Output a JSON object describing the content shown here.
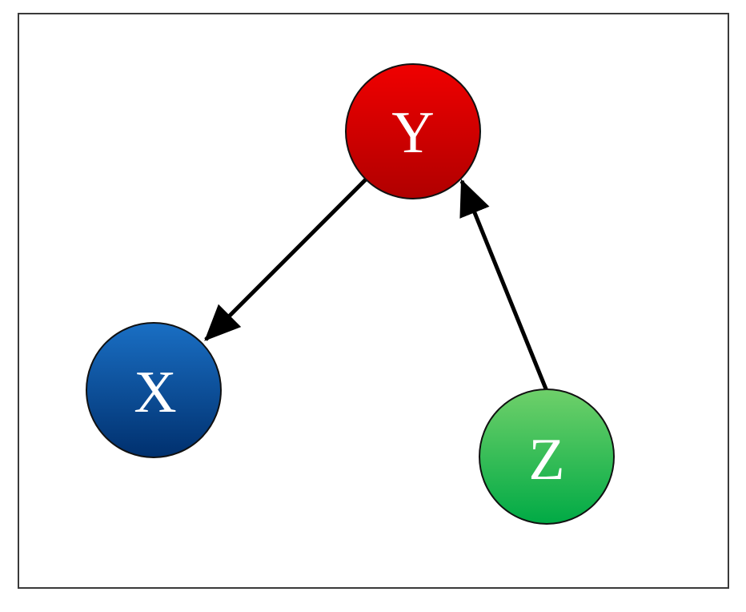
{
  "diagram": {
    "nodes": [
      {
        "id": "Y",
        "label": "Y",
        "color_top": "#f00000",
        "color_bottom": "#b00000"
      },
      {
        "id": "X",
        "label": "X",
        "color_top": "#1a6fc4",
        "color_bottom": "#00306e"
      },
      {
        "id": "Z",
        "label": "Z",
        "color_top": "#6fd06a",
        "color_bottom": "#00aa45"
      }
    ],
    "edges": [
      {
        "from": "Y",
        "to": "X"
      },
      {
        "from": "Z",
        "to": "Y"
      }
    ],
    "colors": {
      "frame": "#3a3a3a",
      "arrow": "#000000",
      "node_outline": "#111111",
      "label": "#ffffff"
    }
  }
}
